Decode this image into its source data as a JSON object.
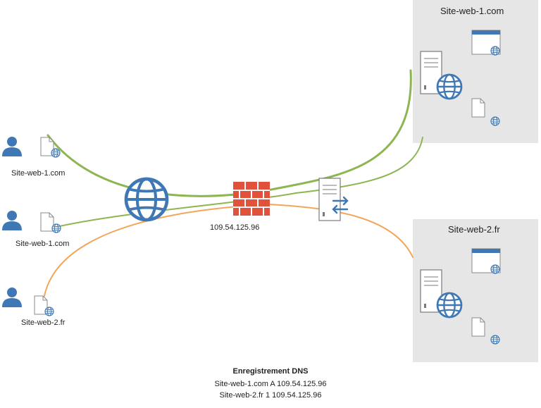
{
  "clients": [
    {
      "label": "Site-web-1.com"
    },
    {
      "label": "Site-web-1.com"
    },
    {
      "label": "Site-web-2.fr"
    }
  ],
  "firewall": {
    "ip": "109.54.125.96"
  },
  "servers": [
    {
      "title": "Site-web-1.com"
    },
    {
      "title": "Site-web-2.fr"
    }
  ],
  "dns": {
    "title": "Enregistrement DNS",
    "records": [
      "Site-web-1.com A 109.54.125.96",
      "Site-web-2.fr 1 109.54.125.96"
    ]
  },
  "colors": {
    "route_site1": "#8db650",
    "route_site2": "#f2a65a",
    "icon_blue": "#3f78b5",
    "firewall_red": "#e0523c",
    "server_box": "#e6e6e6"
  }
}
